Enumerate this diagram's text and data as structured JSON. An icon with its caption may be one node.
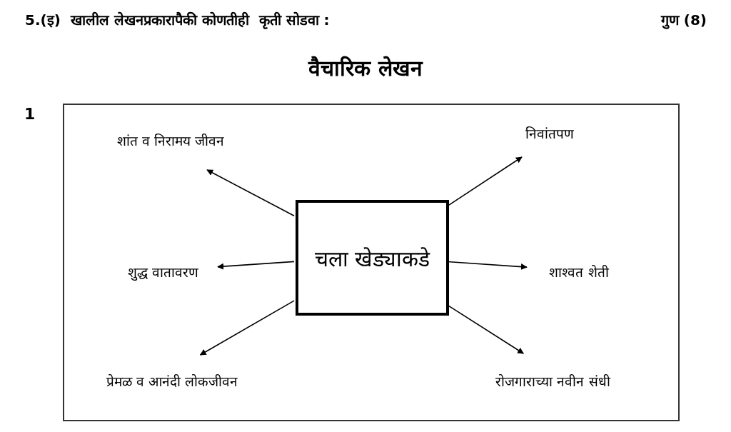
{
  "diagram": {
    "title": "वैचारिक लेखन",
    "nodes": [
      {
        "text": [],
        "shape": "box"
      },
      {
        "text": [
          "चला खेड्याकडे"
        ],
        "in": 0
      },
      {
        "text": [
          "शांत व निरामय जीवन"
        ],
        "in": 0
      },
      {
        "text": [
          "निवांतपण"
        ],
        "in": 0
      },
      {
        "text": [
          "शुद्ध वातावरण"
        ],
        "in": 0
      },
      {
        "text": [
          "शाश्वत शेती"
        ],
        "in": 0
      },
      {
        "text": [
          "प्रेमळ व आनंदी लोकजीवन"
        ],
        "in": 0
      },
      {
        "text": [
          "रोजगाराच्या नवीन संधी"
        ],
        "in": 0
      }
    ],
    "edges": [
      {
        "from": 1,
        "to": 2,
        "arrow": "to"
      },
      {
        "from": 1,
        "to": 3,
        "arrow": "to"
      },
      {
        "from": 1,
        "to": 4,
        "arrow": "to"
      },
      {
        "from": 1,
        "to": 5,
        "arrow": "to"
      },
      {
        "from": 1,
        "to": 6,
        "arrow": "to"
      },
      {
        "from": 1,
        "to": 7,
        "arrow": "to"
      }
    ],
    "labels": [
      "5.(इ)  खालील लेखनप्रकारापैकी कोणतीही  कृती सोडवा :",
      "गुण (8)",
      "1"
    ]
  }
}
